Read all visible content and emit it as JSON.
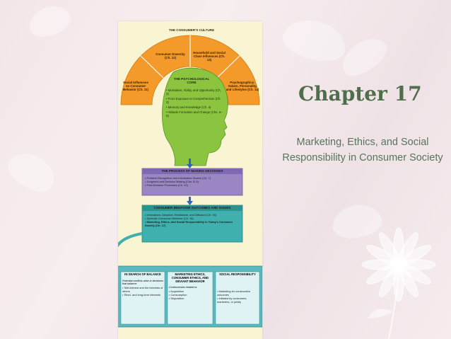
{
  "slide": {
    "title": "Chapter 17",
    "subtitle": "Marketing, Ethics, and Social Responsibility in Consumer Society"
  },
  "diagram": {
    "culture_title": "THE CONSUMER'S CULTURE",
    "arch_segments": [
      {
        "label": "Social Influences on Consumer Behavior (Ch. 11)"
      },
      {
        "label": "Consumer Diversity (Ch. 12)"
      },
      {
        "label": "Household and Social Class Influences (Ch. 13)"
      },
      {
        "label": "Psychographics: Values, Personality, and Lifestyles (Ch. 14)"
      }
    ],
    "core": {
      "title": "THE PSYCHOLOGICAL CORE",
      "items": [
        "• Motivation, Ability, and Opportunity (Ch. 2)",
        "• From Exposure to Comprehension (Ch. 3)",
        "• Memory and Knowledge (Ch. 4)",
        "• Attitude Formation and Change (Chs. 5–6)"
      ]
    },
    "decisions": {
      "title": "THE PROCESS OF MAKING DECISIONS",
      "items": [
        "• Problem Recognition and Information Search (Ch. 7)",
        "• Judgment and Decision Making (Chs. 8–9)",
        "• Post-Decision Processes (Ch. 10)"
      ]
    },
    "outcomes": {
      "title": "CONSUMER BEHAVIOR OUTCOMES AND ISSUES",
      "items": [
        "• Innovations: Adoption, Resistance, and Diffusion (Ch. 15)",
        "• Symbolic Consumer Behavior (Ch. 16)",
        "• Marketing, Ethics, and Social Responsibility in Today's Consumer Society (Ch. 17)"
      ]
    },
    "bottom_boxes": [
      {
        "title": "IN SEARCH OF BALANCE",
        "intro": "Potential conflicts arise in decisions that balance:",
        "items": [
          "• Self-interest and the interests of others",
          "• Short- and long-term interests"
        ]
      },
      {
        "title": "MARKETING ETHICS, CONSUMER ETHICS, AND DEVIANT BEHAVIOR",
        "intro": "Controversies related to:",
        "items": [
          "• Acquisition",
          "• Consumption",
          "• Disposition"
        ]
      },
      {
        "title": "SOCIAL RESPONSIBILITY",
        "intro": "",
        "items": [
          "• Marketing for constructive outcomes",
          "• Initiated by consumers, marketers, or jointly"
        ]
      }
    ],
    "colors": {
      "arch": "#f39a2a",
      "head": "#8bc43f",
      "decisions": "#9b86c4",
      "outcomes": "#3fb0ad",
      "bottom": "#7fcbd0",
      "panel": "#f9f5d2"
    }
  }
}
